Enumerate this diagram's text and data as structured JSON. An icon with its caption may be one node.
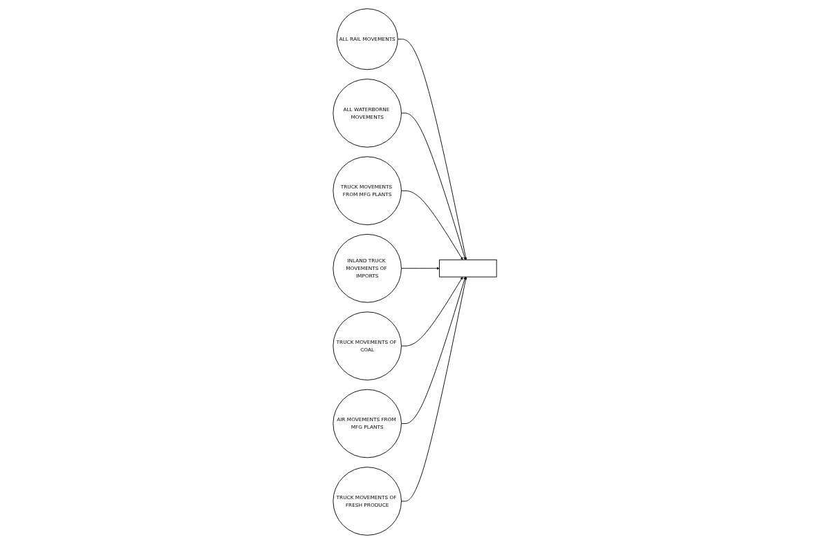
{
  "diagram": {
    "nodes": [
      {
        "text": [
          "ALL RAIL MOVEMENTS"
        ]
      },
      {
        "text": [
          "ALL WATERBORNE MOVEMENTS"
        ]
      },
      {
        "text": [
          "TRUCK MOVEMENTS FROM MFG PLANTS"
        ]
      },
      {
        "text": [
          "INLAND TRUCK MOVEMENTS OF IMPORTS"
        ]
      },
      {
        "text": [
          "TRUCK MOVEMENTS OF COAL"
        ]
      },
      {
        "text": [
          "AIR MOVEMENTS FROM MFG PLANTS"
        ]
      },
      {
        "text": [
          "TRUCK MOVEMENTS OF FRESH PRODUCE"
        ]
      },
      {
        "text": [],
        "shape": "cube"
      }
    ],
    "edges": [
      {
        "from": 0,
        "to": 7,
        "arrow": "to"
      },
      {
        "from": 1,
        "to": 7,
        "arrow": "to"
      },
      {
        "from": 2,
        "to": 7,
        "arrow": "to"
      },
      {
        "from": 3,
        "to": 7,
        "arrow": "to"
      },
      {
        "from": 4,
        "to": 7,
        "arrow": "to"
      },
      {
        "from": 5,
        "to": 7,
        "arrow": "to"
      },
      {
        "from": 6,
        "to": 7,
        "arrow": "to"
      }
    ]
  }
}
